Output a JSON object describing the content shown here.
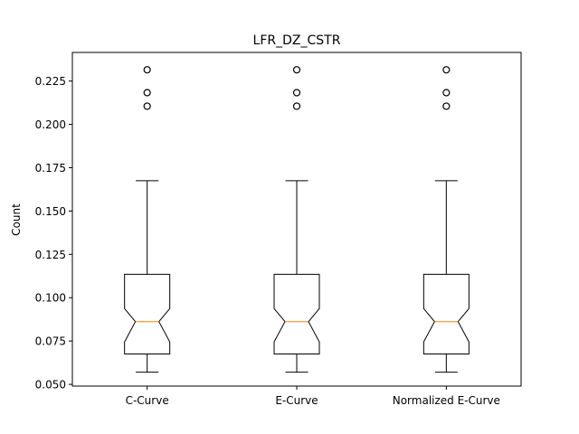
{
  "chart_data": {
    "type": "boxplot",
    "title": "LFR_DZ_CSTR",
    "xlabel": "",
    "ylabel": "Count",
    "ylim": [
      0.049,
      0.2415
    ],
    "yticks": [
      0.05,
      0.075,
      0.1,
      0.125,
      0.15,
      0.175,
      0.2,
      0.225
    ],
    "ytick_labels": [
      "0.050",
      "0.075",
      "0.100",
      "0.125",
      "0.150",
      "0.175",
      "0.200",
      "0.225"
    ],
    "notched": true,
    "grid": false,
    "categories": [
      "C-Curve",
      "E-Curve",
      "Normalized E-Curve"
    ],
    "boxes": [
      {
        "category": "C-Curve",
        "whisker_low": 0.057,
        "q1": 0.0675,
        "notch_low": 0.0745,
        "median": 0.0862,
        "notch_high": 0.0937,
        "q3": 0.1135,
        "whisker_high": 0.1675,
        "outliers": [
          0.2105,
          0.2183,
          0.2315
        ]
      },
      {
        "category": "E-Curve",
        "whisker_low": 0.057,
        "q1": 0.0675,
        "notch_low": 0.0745,
        "median": 0.0862,
        "notch_high": 0.0937,
        "q3": 0.1135,
        "whisker_high": 0.1675,
        "outliers": [
          0.2105,
          0.2183,
          0.2315
        ]
      },
      {
        "category": "Normalized E-Curve",
        "whisker_low": 0.057,
        "q1": 0.0675,
        "notch_low": 0.0745,
        "median": 0.0862,
        "notch_high": 0.0937,
        "q3": 0.1135,
        "whisker_high": 0.1675,
        "outliers": [
          0.2105,
          0.2183,
          0.2315
        ]
      }
    ],
    "colors": {
      "box": "#000000",
      "median": "#ff7f0e",
      "outlier_edge": "#000000"
    }
  }
}
